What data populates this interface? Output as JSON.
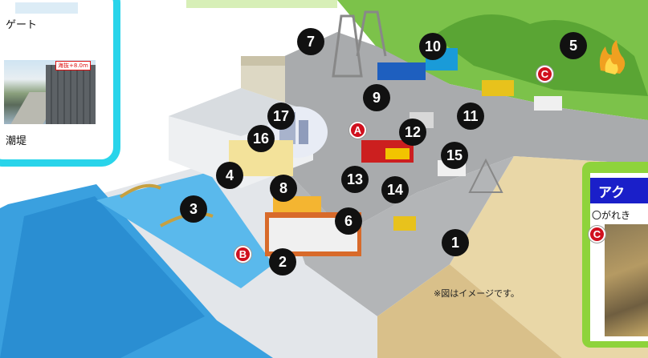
{
  "left_panel": {
    "gate_caption": "ゲート",
    "photo_tag": "海抜+8.0m",
    "seawall_caption": "潮堤"
  },
  "right_panel": {
    "title": "アク",
    "subtitle": "〇がれき"
  },
  "markers": {
    "numbers": [
      "1",
      "2",
      "3",
      "4",
      "5",
      "6",
      "7",
      "8",
      "9",
      "10",
      "11",
      "12",
      "13",
      "14",
      "15",
      "16",
      "17"
    ],
    "letters": [
      "A",
      "B",
      "C"
    ]
  },
  "footnote": "※図はイメージです。",
  "colors": {
    "panel_left_border": "#29d4ea",
    "panel_right_border": "#8ed33b",
    "panel_right_header": "#1a1fc9",
    "marker_number": "#111111",
    "marker_letter": "#d0101e",
    "sea": "#3aa0df",
    "hill": "#7cc24a"
  }
}
